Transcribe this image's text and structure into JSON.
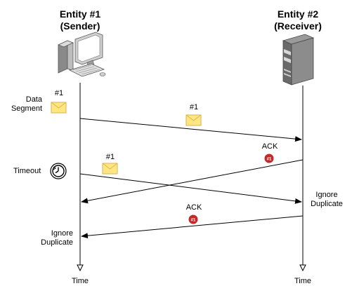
{
  "entity1": {
    "line1": "Entity #1",
    "line2": "(Sender)"
  },
  "entity2": {
    "line1": "Entity #2",
    "line2": "(Receiver)"
  },
  "labels": {
    "data_segment_line1": "Data",
    "data_segment_line2": "Segment",
    "timeout": "Timeout",
    "ignore_dup_left_line1": "Ignore",
    "ignore_dup_left_line2": "Duplicate",
    "ignore_dup_right_line1": "Ignore",
    "ignore_dup_right_line2": "Duplicate",
    "time_left": "Time",
    "time_right": "Time"
  },
  "segments": {
    "seg1_initial": "#1",
    "seg1_in_flight": "#1",
    "seg1_resent": "#1"
  },
  "acks": {
    "ack1_label": "ACK",
    "ack1_badge": "#1",
    "ack2_label": "ACK",
    "ack2_badge": "#1"
  },
  "colors": {
    "envelope_fill": "#ffe680",
    "envelope_stroke": "#d6b656",
    "badge_fill": "#c62828",
    "line": "#000000"
  }
}
